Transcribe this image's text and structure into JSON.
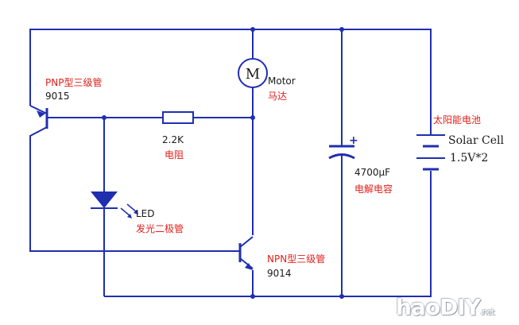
{
  "colors": {
    "wire": "#1f2fb0",
    "label_red": "#e0201b",
    "label_black": "#1a1a1a",
    "plus_blue": "#1f2fb0"
  },
  "components": {
    "pnp": {
      "label": "PNP型三级管",
      "part": "9015"
    },
    "npn": {
      "label": "NPN型三级管",
      "part": "9014"
    },
    "resistor": {
      "value": "2.2K",
      "label": "电阻"
    },
    "led": {
      "value": "LED",
      "label": "发光二极管"
    },
    "motor": {
      "symbol": "M",
      "value": "Motor",
      "label": "马达"
    },
    "capacitor": {
      "value": "4700µF",
      "label": "电解电容",
      "polarity": "+"
    },
    "solar": {
      "label": "太阳能电池",
      "value": "Solar Cell",
      "spec": "1.5V*2"
    }
  },
  "watermark": {
    "text": "haoDIY",
    "suffix": ".net"
  }
}
